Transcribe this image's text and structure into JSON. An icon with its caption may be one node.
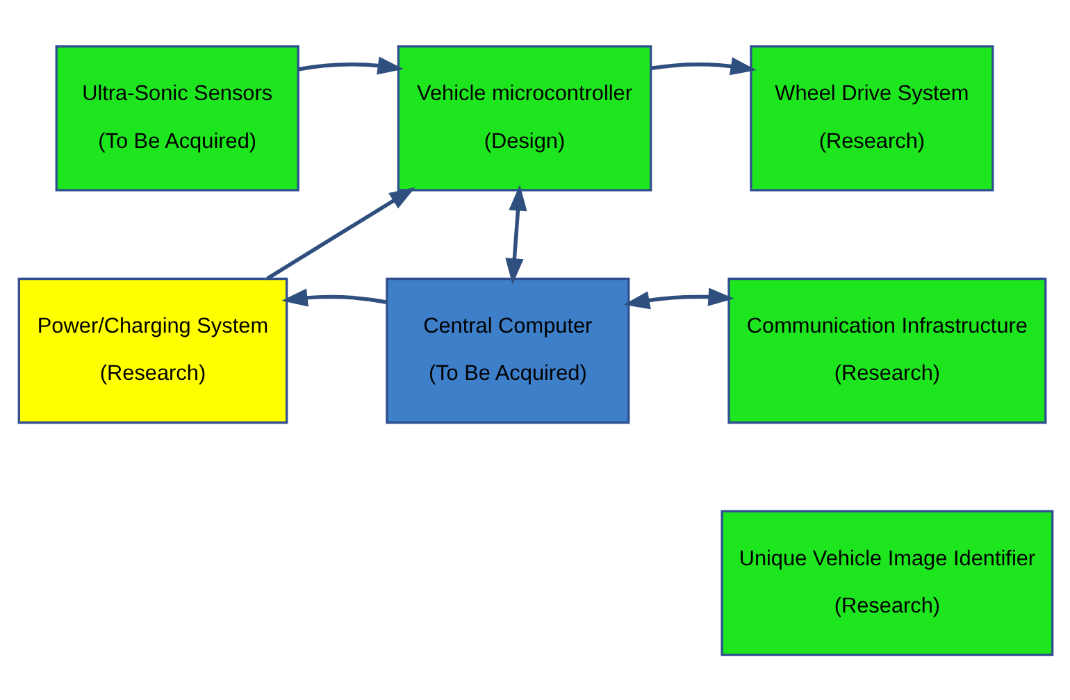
{
  "diagram": {
    "nodes": [
      {
        "text": [
          "Ultra-Sonic Sensors",
          "(To Be Acquired)"
        ]
      },
      {
        "text": [
          "Vehicle microcontroller",
          "(Design)"
        ]
      },
      {
        "text": [
          "Wheel Drive System",
          "(Research)"
        ]
      },
      {
        "text": [
          "Power/Charging System",
          "(Research)"
        ]
      },
      {
        "text": [
          "Central Computer",
          "(To Be Acquired)"
        ]
      },
      {
        "text": [
          "Communication Infrastructure",
          "(Research)"
        ]
      },
      {
        "text": [
          "Unique Vehicle Image Identifier",
          "(Research)"
        ]
      }
    ],
    "edges": [
      {
        "from": 0,
        "to": 1,
        "arrow": "to"
      },
      {
        "from": 1,
        "to": 2,
        "arrow": "to"
      },
      {
        "from": 3,
        "to": 1,
        "arrow": "to"
      },
      {
        "from": 1,
        "to": 4,
        "arrow": "both"
      },
      {
        "from": 4,
        "to": 3,
        "arrow": "to"
      },
      {
        "from": 4,
        "to": 5,
        "arrow": "both"
      }
    ]
  }
}
